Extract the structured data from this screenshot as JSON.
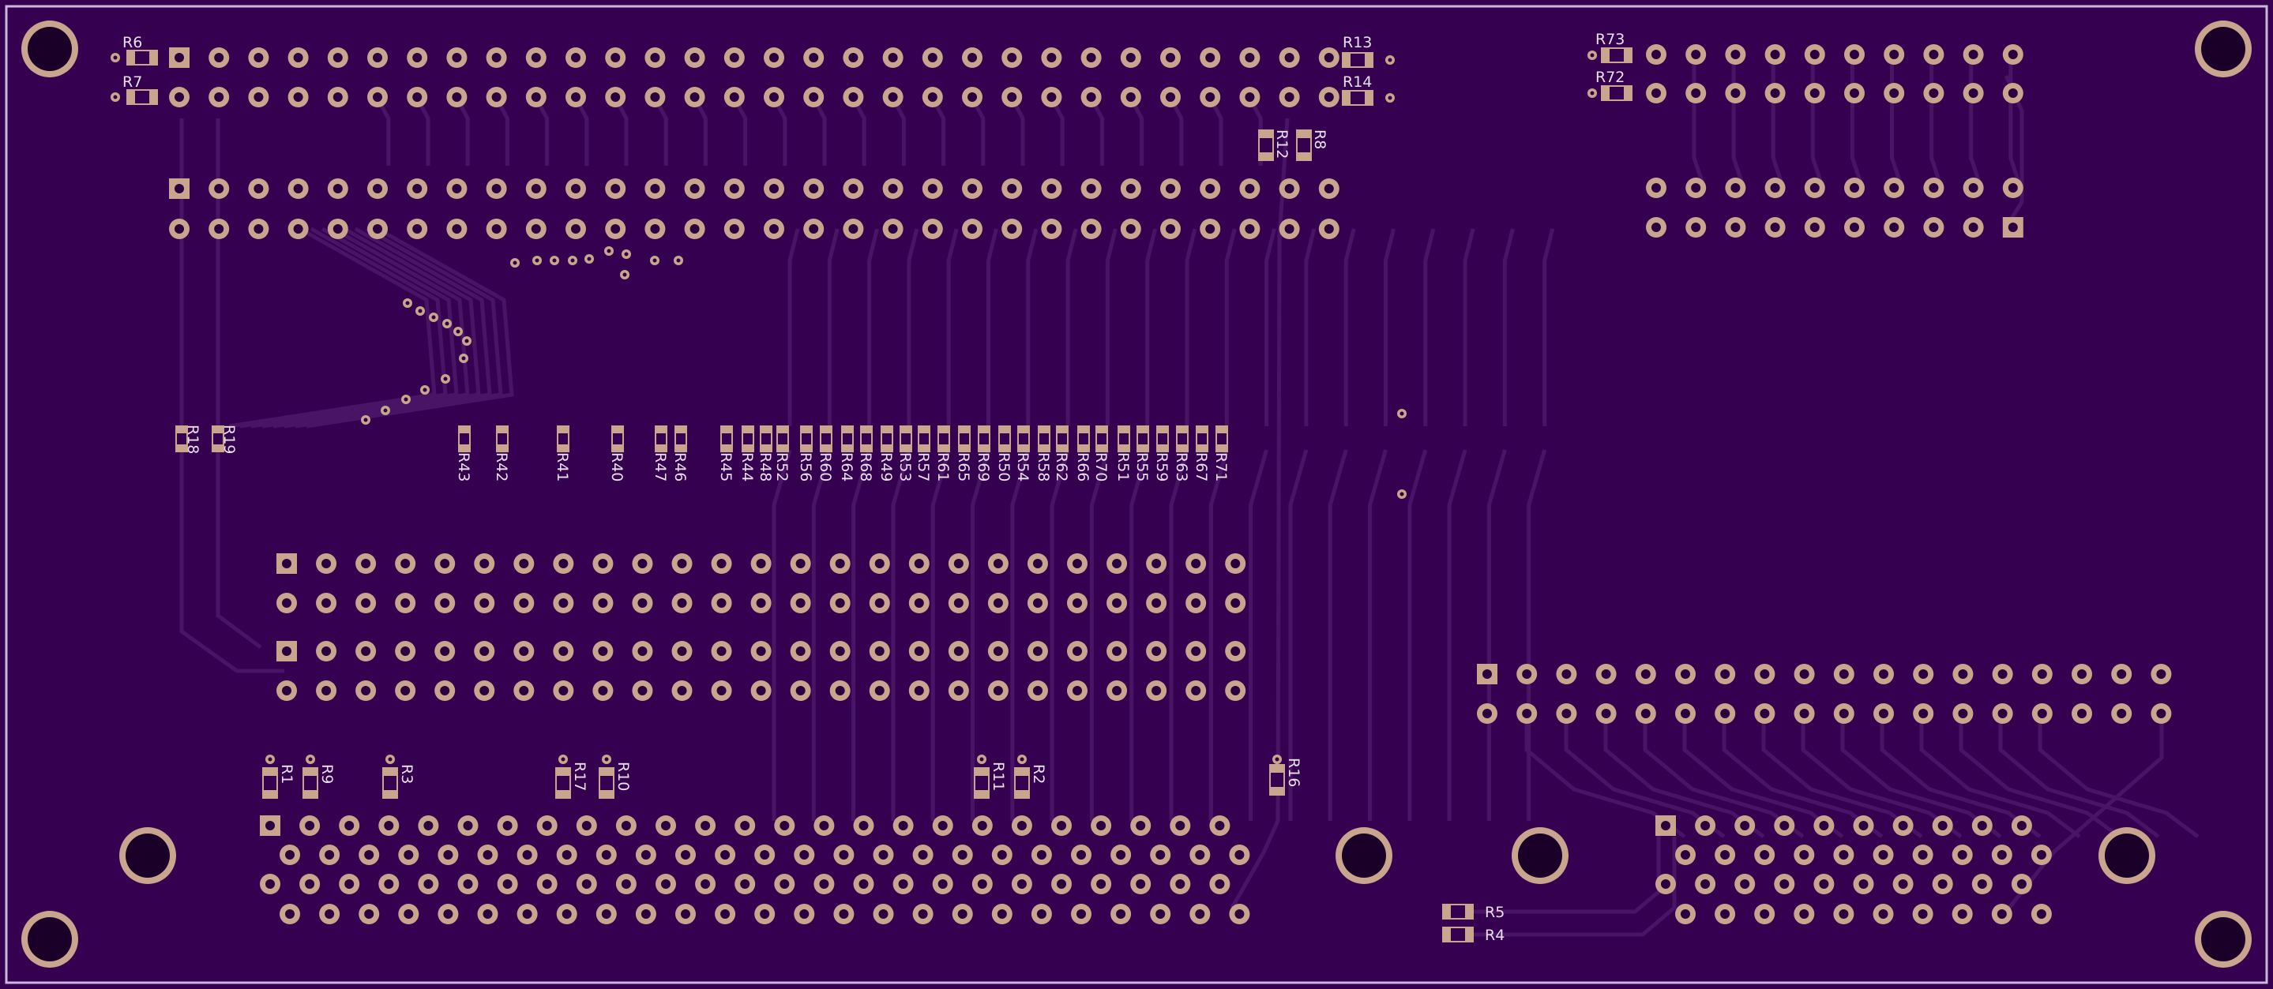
{
  "colors": {
    "board": "#35004f",
    "edge": "#c9b8dc",
    "trace": "#4a1466",
    "pad": "#c9a58e",
    "hole": "#2a003e",
    "label": "#e8e0f0"
  },
  "labels": {
    "R6": "R6",
    "R7": "R7",
    "R13": "R13",
    "R14": "R14",
    "R12": "R12",
    "R8": "R8",
    "R73": "R73",
    "R72": "R72",
    "R18": "R18",
    "R19": "R19",
    "R43": "R43",
    "R42": "R42",
    "R41": "R41",
    "R40": "R40",
    "R47": "R47",
    "R46": "R46",
    "R45": "R45",
    "R44": "R44",
    "R48": "R48",
    "R52": "R52",
    "R56": "R56",
    "R60": "R60",
    "R64": "R64",
    "R68": "R68",
    "R49": "R49",
    "R53": "R53",
    "R57": "R57",
    "R61": "R61",
    "R65": "R65",
    "R69": "R69",
    "R50": "R50",
    "R54": "R54",
    "R58": "R58",
    "R62": "R62",
    "R66": "R66",
    "R70": "R70",
    "R51": "R51",
    "R55": "R55",
    "R59": "R59",
    "R63": "R63",
    "R67": "R67",
    "R71": "R71",
    "R1": "R1",
    "R9": "R9",
    "R3": "R3",
    "R17": "R17",
    "R10": "R10",
    "R11": "R11",
    "R2": "R2",
    "R16": "R16",
    "R5": "R5",
    "R4": "R4"
  }
}
